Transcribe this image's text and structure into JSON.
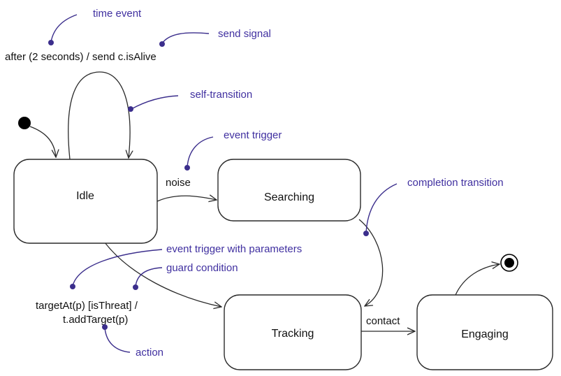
{
  "colors": {
    "line": "#2a2a2a",
    "annotation": "#4030a0",
    "background": "#ffffff"
  },
  "states": {
    "idle": "Idle",
    "searching": "Searching",
    "tracking": "Tracking",
    "engaging": "Engaging"
  },
  "transitions": {
    "self_transition_label": "after (2 seconds) / send c.isAlive",
    "idle_to_searching": "noise",
    "idle_to_tracking_line1": "targetAt(p) [isThreat] /",
    "idle_to_tracking_line2": "t.addTarget(p)",
    "tracking_to_engaging": "contact"
  },
  "annotations": {
    "time_event": "time event",
    "send_signal": "send signal",
    "self_transition": "self-transition",
    "event_trigger": "event trigger",
    "completion_transition": "completion transition",
    "event_trigger_with_parameters": "event trigger with parameters",
    "guard_condition": "guard condition",
    "action": "action"
  }
}
